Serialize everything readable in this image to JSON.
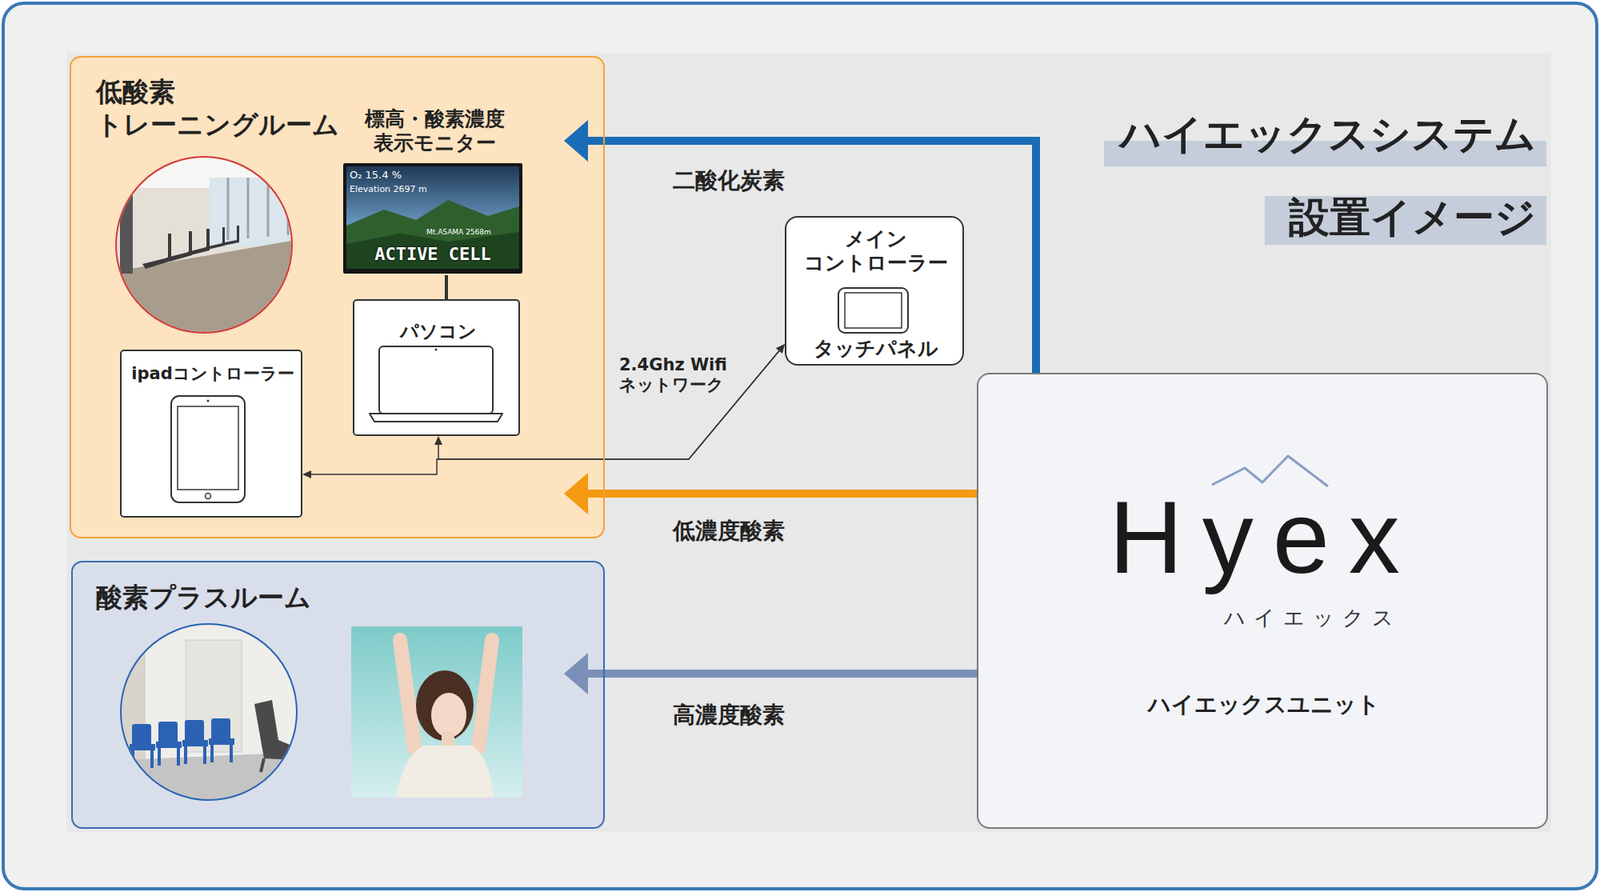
{
  "diagram": {
    "title": "ハイエックスシステム",
    "nodes": [
      {
        "text": [
          "低酸素 トレーニングルーム"
        ]
      },
      {
        "text": [
          "標高・酸素濃度 表示モニター"
        ],
        "in": 0
      },
      {
        "text": [
          "パソコン"
        ],
        "in": 0
      },
      {
        "text": [
          "ipadコントローラー"
        ],
        "in": 0
      },
      {
        "text": [
          "メイン コントローラー",
          "タッチパネル"
        ]
      },
      {
        "text": [
          "酸素プラスルーム"
        ]
      },
      {
        "text": [
          "Hyex",
          "ハイエックス",
          "ハイエックスユニット"
        ]
      }
    ],
    "edges": [
      {
        "from": 6,
        "to": 0,
        "arrow": "to",
        "label": "二酸化炭素"
      },
      {
        "from": 6,
        "to": 0,
        "arrow": "to",
        "label": "低濃度酸素"
      },
      {
        "from": 6,
        "to": 5,
        "arrow": "to",
        "label": "高濃度酸素"
      },
      {
        "from": 1,
        "to": 2,
        "arrow": "none"
      },
      {
        "from": 4,
        "to": 2,
        "arrow": "both",
        "label": "2.4Ghz Wifi ネットワーク"
      },
      {
        "from": 4,
        "to": 3,
        "arrow": "both"
      }
    ],
    "labels": [
      "設置イメージ",
      "O₂ 15.4 %",
      "Elevation 2697 m",
      "Mt.ASAMA 2568m",
      "ACTIVE CELL"
    ]
  }
}
